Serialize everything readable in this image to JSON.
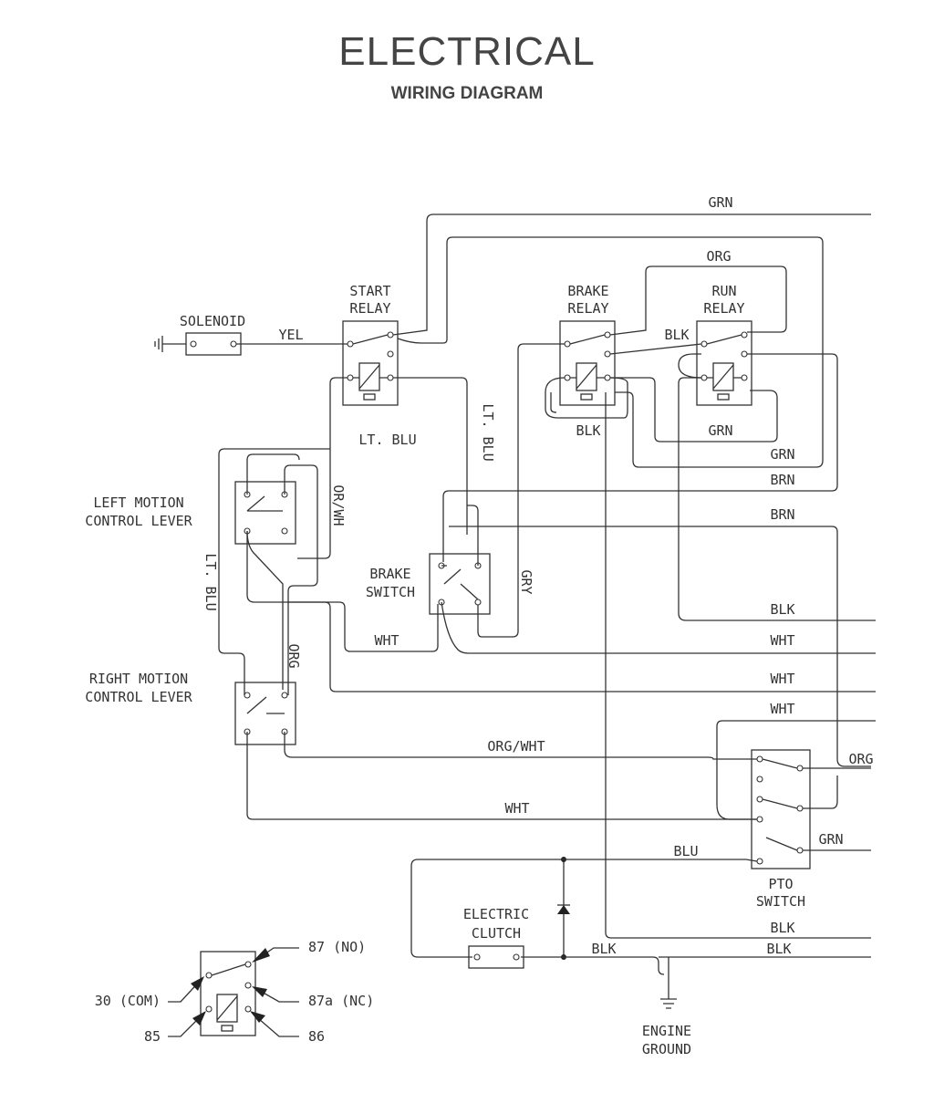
{
  "title": "ELECTRICAL",
  "subtitle": "WIRING DIAGRAM",
  "components": {
    "solenoid": "SOLENOID",
    "start_relay": [
      "START",
      "RELAY"
    ],
    "brake_relay": [
      "BRAKE",
      "RELAY"
    ],
    "run_relay": [
      "RUN",
      "RELAY"
    ],
    "left_lever": [
      "LEFT MOTION",
      "CONTROL LEVER"
    ],
    "right_lever": [
      "RIGHT MOTION",
      "CONTROL LEVER"
    ],
    "brake_switch": [
      "BRAKE",
      "SWITCH"
    ],
    "pto_switch": [
      "PTO",
      "SWITCH"
    ],
    "clutch": [
      "ELECTRIC",
      "CLUTCH"
    ],
    "ground": [
      "ENGINE",
      "GROUND"
    ]
  },
  "wires": {
    "grn_top": "GRN",
    "org_top": "ORG",
    "yel": "YEL",
    "blk_relay": "BLK",
    "lt_blu_h": "LT. BLU",
    "lt_blu_v": "LT. BLU",
    "lt_blu_left": "LT. BLU",
    "or_wh": "OR/WH",
    "blk_under": "BLK",
    "grn_under": "GRN",
    "grn_right": "GRN",
    "brn1": "BRN",
    "brn2": "BRN",
    "gry": "GRY",
    "blk_mid": "BLK",
    "wht1": "WHT",
    "wht_left": "WHT",
    "wht2": "WHT",
    "wht3": "WHT",
    "org_v": "ORG",
    "org_wht": "ORG/WHT",
    "org_pto": "ORG",
    "wht_bottom": "WHT",
    "grn_pto": "GRN",
    "blu": "BLU",
    "blk_low1": "BLK",
    "blk_clutch": "BLK",
    "blk_low2": "BLK"
  },
  "legend": {
    "p87": "87 (NO)",
    "p30": "30 (COM)",
    "p87a": "87a (NC)",
    "p85": "85",
    "p86": "86"
  }
}
